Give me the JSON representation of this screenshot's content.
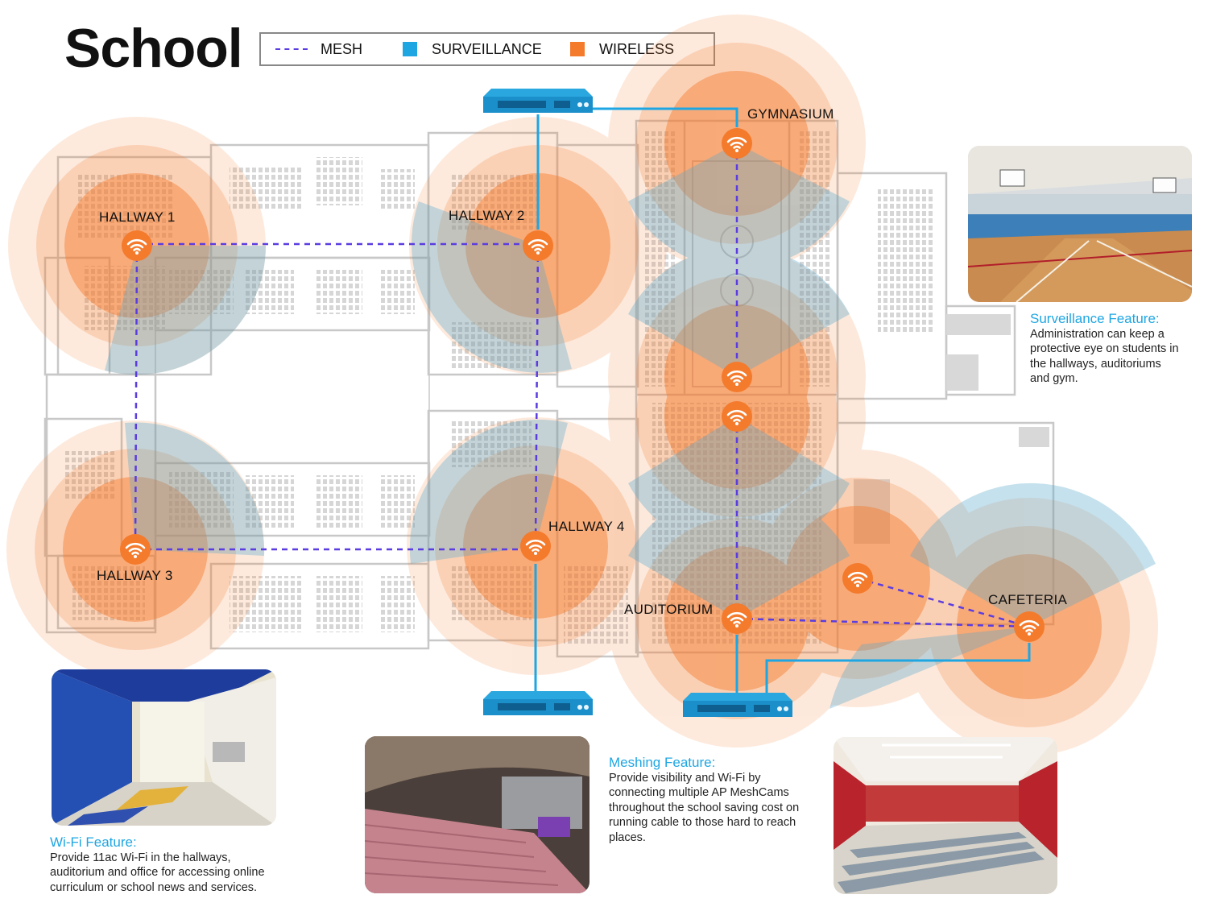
{
  "title": "School",
  "legend": {
    "mesh": "MESH",
    "surveillance": "SURVEILLANCE",
    "wireless": "WIRELESS"
  },
  "colors": {
    "mesh": "#5b3ce0",
    "surveillance": "#1ea6e3",
    "wireless": "#f47a2c",
    "floorplan": "#c8c8c8",
    "heading": "#1ea6e3"
  },
  "locations": {
    "hallway1": "HALLWAY 1",
    "hallway2": "HALLWAY 2",
    "hallway3": "HALLWAY 3",
    "hallway4": "HALLWAY 4",
    "gymnasium": "GYMNASIUM",
    "auditorium": "AUDITORIUM",
    "cafeteria": "CAFETERIA"
  },
  "features": {
    "surveillance": {
      "heading": "Surveillance Feature:",
      "lines": [
        "Administration can keep a",
        "protective eye on students in",
        "the hallways, auditoriums",
        "and gym."
      ]
    },
    "wifi": {
      "heading": "Wi-Fi Feature:",
      "lines": [
        "Provide 11ac Wi-Fi in the hallways,",
        "auditorium and office for accessing online",
        "curriculum or school news and services."
      ]
    },
    "meshing": {
      "heading": "Meshing Feature:",
      "lines": [
        "Provide visibility and Wi-Fi by",
        "connecting multiple AP MeshCams",
        "throughout the school saving cost on",
        "running cable to those hard to reach",
        "places."
      ]
    }
  },
  "icons": {
    "access_point": "wifi-access-point-icon",
    "switch": "network-switch-icon"
  }
}
